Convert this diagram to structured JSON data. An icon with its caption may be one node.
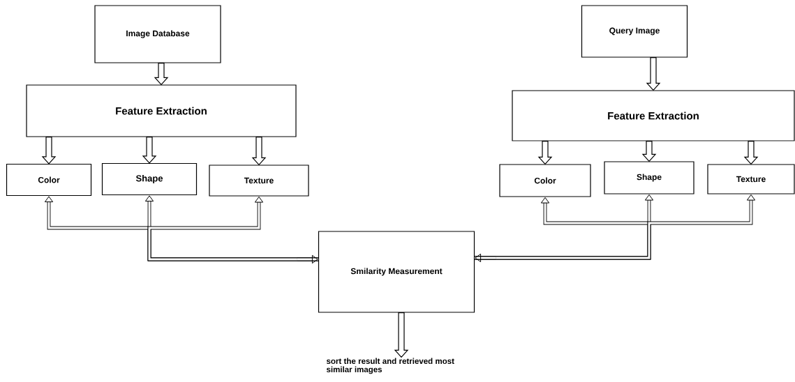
{
  "diagram": {
    "nodes": [
      {
        "text": [
          "Image Database"
        ]
      },
      {
        "text": [
          "Feature Extraction"
        ]
      },
      {
        "text": [
          "Color"
        ]
      },
      {
        "text": [
          "Shape"
        ]
      },
      {
        "text": [
          "Texture"
        ]
      },
      {
        "text": [
          "Query Image"
        ]
      },
      {
        "text": [
          "Feature Extraction"
        ]
      },
      {
        "text": [
          "Color"
        ]
      },
      {
        "text": [
          "Shape"
        ]
      },
      {
        "text": [
          "Texture"
        ]
      },
      {
        "text": [
          "Smilarity Measurement"
        ]
      },
      {
        "text": [
          "sort the result and retrieved most similar images"
        ]
      }
    ],
    "edges": [
      {
        "from": 0,
        "to": 1,
        "arrow": "to"
      },
      {
        "from": 1,
        "to": 2,
        "arrow": "to"
      },
      {
        "from": 1,
        "to": 3,
        "arrow": "to"
      },
      {
        "from": 1,
        "to": 4,
        "arrow": "to"
      },
      {
        "from": 5,
        "to": 6,
        "arrow": "to"
      },
      {
        "from": 6,
        "to": 7,
        "arrow": "to"
      },
      {
        "from": 6,
        "to": 8,
        "arrow": "to"
      },
      {
        "from": 6,
        "to": 9,
        "arrow": "to"
      },
      {
        "from": 2,
        "to": 10,
        "arrow": "both"
      },
      {
        "from": 3,
        "to": 10,
        "arrow": "both"
      },
      {
        "from": 4,
        "to": 10,
        "arrow": "both"
      },
      {
        "from": 7,
        "to": 10,
        "arrow": "both"
      },
      {
        "from": 8,
        "to": 10,
        "arrow": "both"
      },
      {
        "from": 9,
        "to": 10,
        "arrow": "both"
      },
      {
        "from": 10,
        "to": 11,
        "arrow": "to"
      }
    ]
  }
}
